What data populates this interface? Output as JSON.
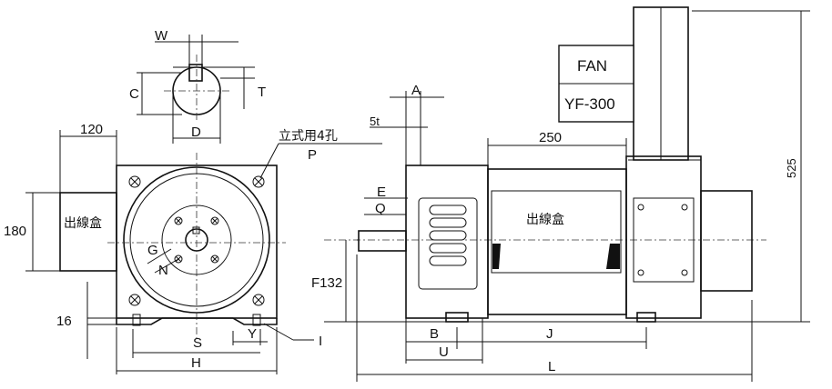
{
  "front_view": {
    "dim_w": "W",
    "dim_c": "C",
    "dim_t": "T",
    "dim_d": "D",
    "dim_120": "120",
    "dim_180": "180",
    "dim_16": "16",
    "dim_p": "P",
    "dim_g": "G",
    "dim_n": "N",
    "dim_s": "S",
    "dim_y": "Y",
    "dim_i": "I",
    "dim_h": "H",
    "box_label": "出線盒",
    "mount_note": "立式用4孔"
  },
  "side_view": {
    "dim_a": "A",
    "dim_5t": "5t",
    "dim_e": "E",
    "dim_q": "Q",
    "dim_f": "F132",
    "dim_250": "250",
    "dim_525": "525",
    "dim_b": "B",
    "dim_j": "J",
    "dim_u": "U",
    "dim_l": "L",
    "box_label": "出線盒",
    "fan_line1": "FAN",
    "fan_line2": "YF-300"
  }
}
